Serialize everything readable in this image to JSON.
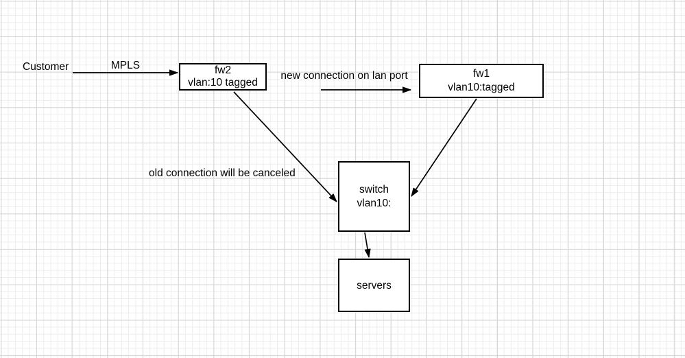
{
  "labels": {
    "customer": "Customer",
    "mpls": "MPLS",
    "new_connection": "new connection on lan port",
    "old_connection": "old connection will be canceled"
  },
  "nodes": {
    "fw2": {
      "title": "fw2",
      "subtitle": "vlan:10 tagged"
    },
    "fw1": {
      "title": "fw1",
      "subtitle": "vlan10:tagged"
    },
    "switch": {
      "title": "switch",
      "subtitle": "vlan10:"
    },
    "servers": {
      "title": "servers"
    }
  },
  "colors": {
    "stroke": "#000000",
    "node_fill": "#ffffff",
    "text": "#000000",
    "grid_minor": "#ededed",
    "grid_major": "#d5d5d5",
    "background": "#ffffff"
  }
}
